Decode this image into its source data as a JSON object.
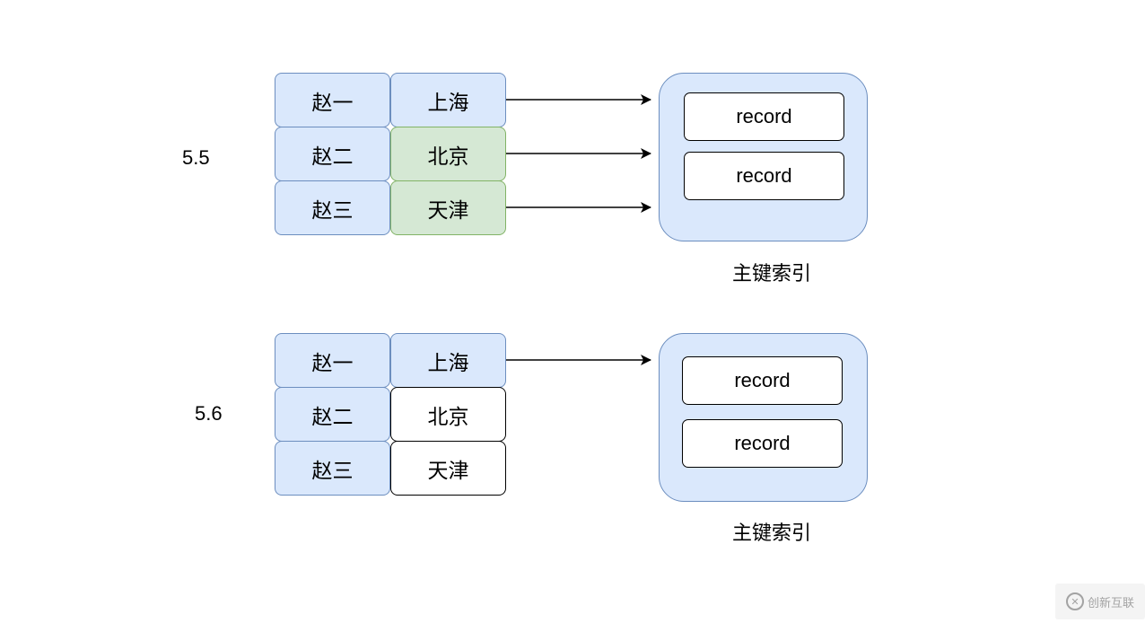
{
  "top": {
    "version": "5.5",
    "rows": [
      {
        "name": "赵一",
        "city": "上海"
      },
      {
        "name": "赵二",
        "city": "北京"
      },
      {
        "name": "赵三",
        "city": "天津"
      }
    ],
    "records": [
      "record",
      "record"
    ],
    "caption": "主键索引"
  },
  "bottom": {
    "version": "5.6",
    "rows": [
      {
        "name": "赵一",
        "city": "上海"
      },
      {
        "name": "赵二",
        "city": "北京"
      },
      {
        "name": "赵三",
        "city": "天津"
      }
    ],
    "records": [
      "record",
      "record"
    ],
    "caption": "主键索引"
  },
  "colors": {
    "blue_fill": "#dae8fc",
    "blue_stroke": "#6c8ebf",
    "green_fill": "#d5e8d4",
    "green_stroke": "#82b366"
  },
  "watermark": {
    "text": "创新互联"
  }
}
